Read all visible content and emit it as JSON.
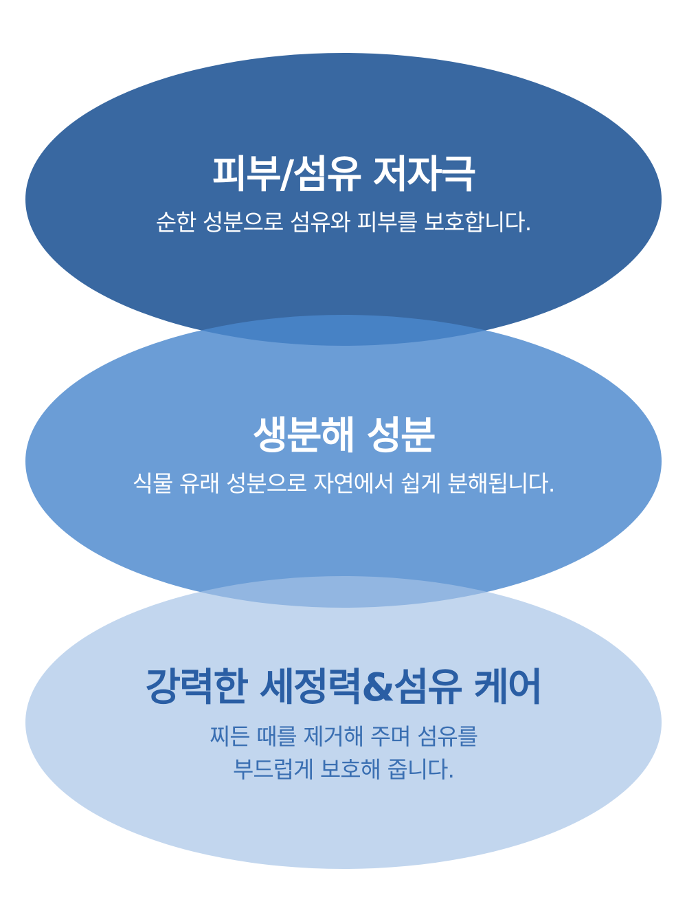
{
  "features": [
    {
      "title": "피부/섬유 저자극",
      "description_lines": [
        "순한 성분으로 섬유와 피부를 보호합니다."
      ]
    },
    {
      "title": "생분해 성분",
      "description_lines": [
        "식물 유래 성분으로 자연에서 쉽게 분해됩니다."
      ]
    },
    {
      "title": "강력한 세정력&섬유 케어",
      "description_lines": [
        "찌든 때를 제거해 주며 섬유를",
        "부드럽게 보호해 줍니다."
      ]
    }
  ],
  "colors": {
    "ellipse_1": "#2e609c",
    "ellipse_2": "#4a88cd",
    "ellipse_3": "#a5c3e6",
    "light_text": "#ffffff",
    "dark_text": "#2a5ea4"
  }
}
